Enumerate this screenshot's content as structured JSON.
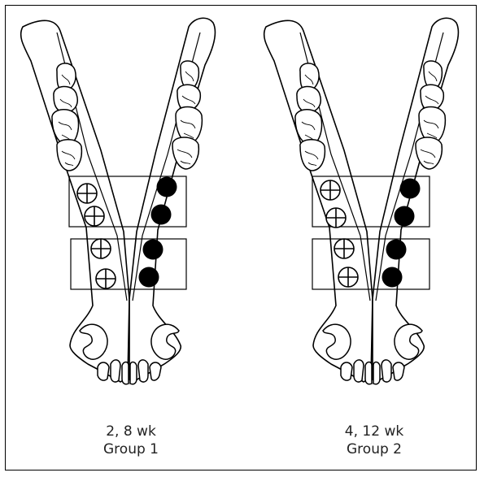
{
  "groups": [
    {
      "timepoints": "2, 8 wk",
      "label": "Group 1"
    },
    {
      "timepoints": "4, 12 wk",
      "label": "Group 2"
    }
  ],
  "colors": {
    "line": "#000000",
    "background": "#ffffff",
    "text": "#222222",
    "implant_filled": "#000000"
  },
  "legend_symbols": {
    "open": "circle-with-cross",
    "filled": "solid-circle"
  }
}
